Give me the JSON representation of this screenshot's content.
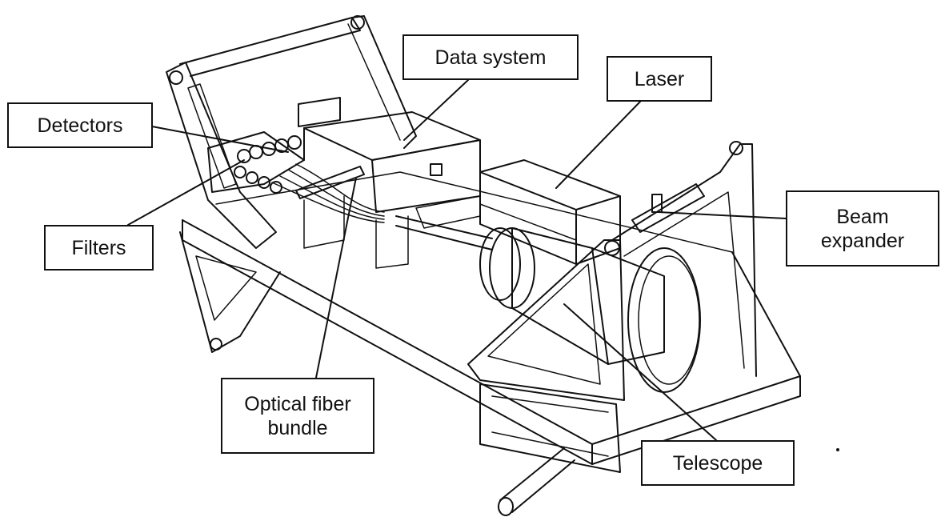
{
  "labels": {
    "data_system": "Data system",
    "laser": "Laser",
    "detectors": "Detectors",
    "filters": "Filters",
    "beam_expander_line1": "Beam",
    "beam_expander_line2": "expander",
    "optical_fiber_line1": "Optical fiber",
    "optical_fiber_line2": "bundle",
    "telescope": "Telescope"
  },
  "colors": {
    "ink": "#111111",
    "paper": "#ffffff"
  }
}
